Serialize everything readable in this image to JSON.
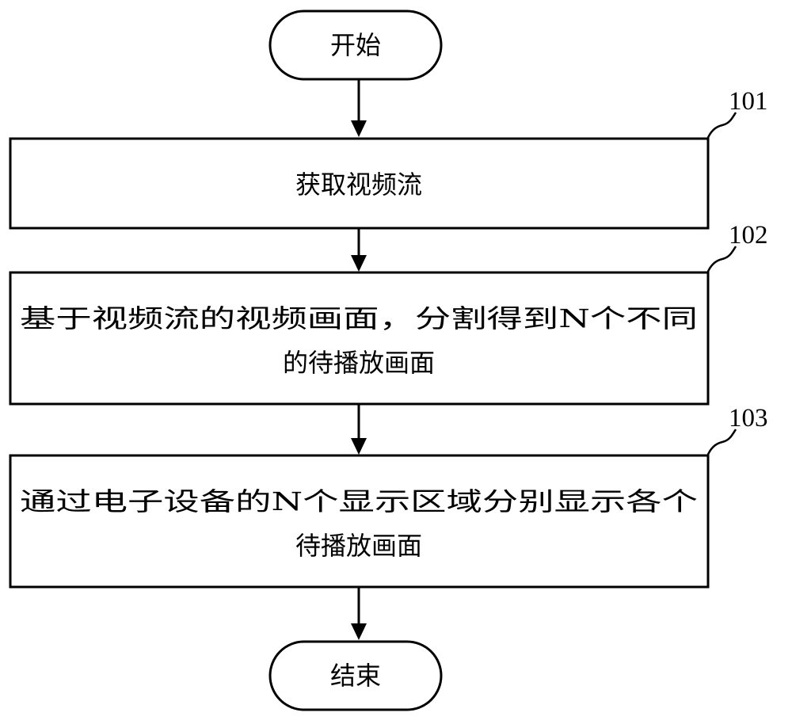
{
  "flowchart": {
    "start": {
      "label": "开始"
    },
    "steps": [
      {
        "ref": "101",
        "lines": [
          "获取视频流"
        ]
      },
      {
        "ref": "102",
        "lines": [
          "基于视频流的视频画面，分割得到N个不同",
          "的待播放画面"
        ]
      },
      {
        "ref": "103",
        "lines": [
          "通过电子设备的N个显示区域分别显示各个",
          "待播放画面"
        ]
      }
    ],
    "end": {
      "label": "结束"
    }
  }
}
